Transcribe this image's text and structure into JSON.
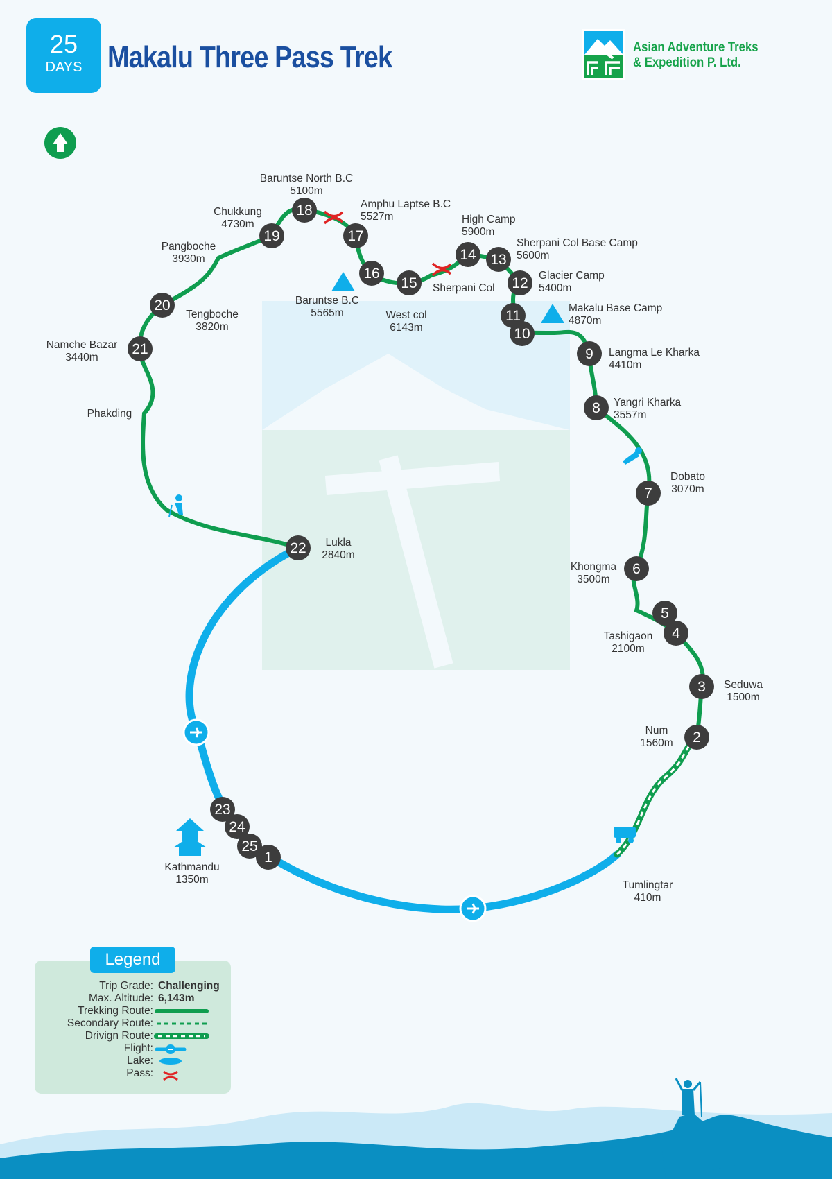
{
  "header": {
    "days_number": "25",
    "days_label": "DAYS",
    "title": "Makalu Three Pass Trek",
    "company_line1": "Asian Adventure Treks",
    "company_line2": "& Expedition P. Ltd."
  },
  "stops": [
    {
      "num": "1"
    },
    {
      "num": "2"
    },
    {
      "num": "3"
    },
    {
      "num": "4"
    },
    {
      "num": "5"
    },
    {
      "num": "6"
    },
    {
      "num": "7"
    },
    {
      "num": "8"
    },
    {
      "num": "9"
    },
    {
      "num": "10"
    },
    {
      "num": "11"
    },
    {
      "num": "12"
    },
    {
      "num": "13"
    },
    {
      "num": "14"
    },
    {
      "num": "15"
    },
    {
      "num": "16"
    },
    {
      "num": "17"
    },
    {
      "num": "18"
    },
    {
      "num": "19"
    },
    {
      "num": "20"
    },
    {
      "num": "21"
    },
    {
      "num": "22"
    },
    {
      "num": "23"
    },
    {
      "num": "24"
    },
    {
      "num": "25"
    }
  ],
  "places": [
    {
      "name": "Baruntse North B.C",
      "alt": "5100m"
    },
    {
      "name": "Amphu Laptse B.C",
      "alt": "5527m"
    },
    {
      "name": "High Camp",
      "alt": "5900m"
    },
    {
      "name": "Sherpani Col Base Camp",
      "alt": "5600m"
    },
    {
      "name": "Chukkung",
      "alt": "4730m"
    },
    {
      "name": "Pangboche",
      "alt": "3930m"
    },
    {
      "name": "Glacier Camp",
      "alt": "5400m"
    },
    {
      "name": "Sherpani Col",
      "alt": ""
    },
    {
      "name": "Baruntse B.C",
      "alt": "5565m"
    },
    {
      "name": "West col",
      "alt": "6143m"
    },
    {
      "name": "Makalu Base Camp",
      "alt": "4870m"
    },
    {
      "name": "Tengboche",
      "alt": "3820m"
    },
    {
      "name": "Namche Bazar",
      "alt": "3440m"
    },
    {
      "name": "Langma Le Kharka",
      "alt": "4410m"
    },
    {
      "name": "Yangri Kharka",
      "alt": "3557m"
    },
    {
      "name": "Phakding",
      "alt": ""
    },
    {
      "name": "Dobato",
      "alt": "3070m"
    },
    {
      "name": "Lukla",
      "alt": "2840m"
    },
    {
      "name": "Khongma",
      "alt": "3500m"
    },
    {
      "name": "Tashigaon",
      "alt": "2100m"
    },
    {
      "name": "Seduwa",
      "alt": "1500m"
    },
    {
      "name": "Num",
      "alt": "1560m"
    },
    {
      "name": "Kathmandu",
      "alt": "1350m"
    },
    {
      "name": "Tumlingtar",
      "alt": "410m"
    }
  ],
  "legend": {
    "title": "Legend",
    "trip_grade_label": "Trip Grade:",
    "trip_grade_value": "Challenging",
    "max_altitude_label": "Max. Altitude:",
    "max_altitude_value": "6,143m",
    "trekking_label": "Trekking Route:",
    "secondary_label": "Secondary Route:",
    "driving_label": "Drivign Route:",
    "flight_label": "Flight:",
    "lake_label": "Lake:",
    "pass_label": "Pass:"
  },
  "colors": {
    "trek_green": "#0f9d4f",
    "flight_blue": "#0faeea",
    "pass_red": "#e02424",
    "stop_dark": "#3d3d3d",
    "title_blue": "#1a4fa0"
  },
  "icons": [
    "north-arrow-icon",
    "camp-tent-icon",
    "pass-icon",
    "plane-icon",
    "hiker-icon",
    "climber-icon",
    "jeep-icon",
    "temple-icon",
    "mountaineer-icon",
    "company-logo-icon"
  ]
}
